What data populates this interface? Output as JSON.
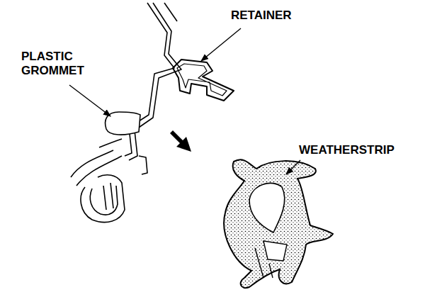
{
  "diagram": {
    "labels": [
      "PLASTIC GROMMET",
      "RETAINER",
      "WEATHERSTRIP"
    ]
  }
}
